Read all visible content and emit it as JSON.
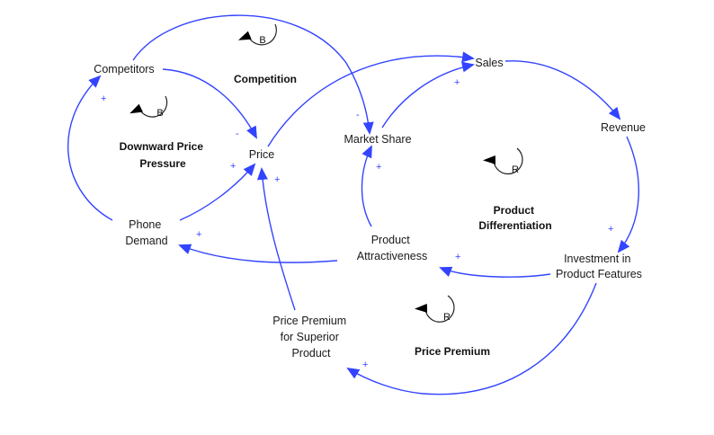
{
  "diagram": {
    "type": "causal-loop-diagram",
    "link_color": "#3344ff",
    "loop_color": "#111111",
    "variables": [
      {
        "id": "competitors",
        "lines": [
          "Competitors"
        ]
      },
      {
        "id": "price",
        "lines": [
          "Price"
        ]
      },
      {
        "id": "sales",
        "lines": [
          "Sales"
        ]
      },
      {
        "id": "market_share",
        "lines": [
          "Market Share"
        ]
      },
      {
        "id": "revenue",
        "lines": [
          "Revenue"
        ]
      },
      {
        "id": "phone_demand",
        "lines": [
          "Phone",
          "Demand"
        ]
      },
      {
        "id": "product_attractiveness",
        "lines": [
          "Product",
          "Attractiveness"
        ]
      },
      {
        "id": "investment",
        "lines": [
          "Investment in",
          "Product Features"
        ]
      },
      {
        "id": "price_premium_var",
        "lines": [
          "Price Premium",
          "for Superior",
          "Product"
        ]
      }
    ],
    "links": [
      {
        "from": "competitors",
        "to": "market_share",
        "polarity": "-"
      },
      {
        "from": "competitors",
        "to": "price",
        "polarity": "-"
      },
      {
        "from": "phone_demand",
        "to": "competitors",
        "polarity": "+"
      },
      {
        "from": "phone_demand",
        "to": "price",
        "polarity": "+"
      },
      {
        "from": "price",
        "to": "sales",
        "polarity": ""
      },
      {
        "from": "market_share",
        "to": "sales",
        "polarity": "+"
      },
      {
        "from": "sales",
        "to": "revenue",
        "polarity": ""
      },
      {
        "from": "revenue",
        "to": "investment",
        "polarity": "+"
      },
      {
        "from": "investment",
        "to": "product_attractiveness",
        "polarity": "+"
      },
      {
        "from": "product_attractiveness",
        "to": "market_share",
        "polarity": "+"
      },
      {
        "from": "product_attractiveness",
        "to": "phone_demand",
        "polarity": "+"
      },
      {
        "from": "price_premium_var",
        "to": "price",
        "polarity": "+"
      },
      {
        "from": "investment",
        "to": "price_premium_var",
        "polarity": "+"
      }
    ],
    "loops": [
      {
        "id": "competition",
        "letter": "B",
        "name_lines": [
          "Competition"
        ]
      },
      {
        "id": "downward_price_pressure",
        "letter": "B",
        "name_lines": [
          "Downward Price",
          "Pressure"
        ]
      },
      {
        "id": "product_differentiation",
        "letter": "R",
        "name_lines": [
          "Product",
          "Differentiation"
        ]
      },
      {
        "id": "price_premium",
        "letter": "R",
        "name_lines": [
          "Price Premium"
        ]
      }
    ]
  }
}
